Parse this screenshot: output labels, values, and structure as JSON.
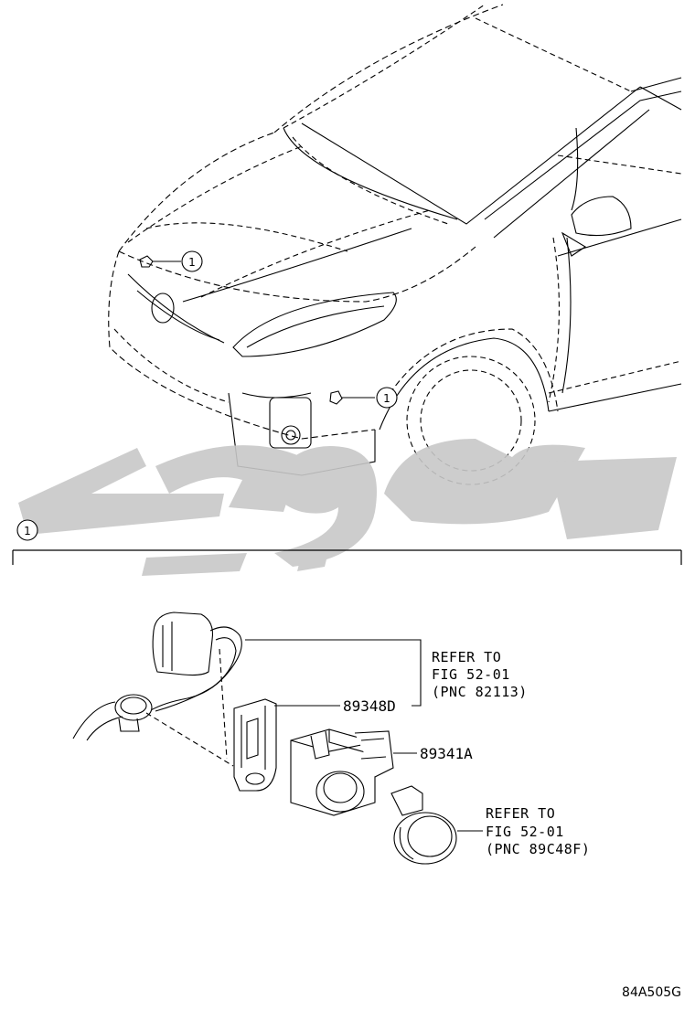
{
  "callouts": {
    "marker": "1"
  },
  "parts": [
    {
      "number": "89348D"
    },
    {
      "number": "89341A"
    }
  ],
  "references": [
    {
      "line1": "REFER TO",
      "line2": "FIG 52-01",
      "line3": "(PNC 82113)"
    },
    {
      "line1": "REFER TO",
      "line2": "FIG 52-01",
      "line3": "(PNC 89C48F)"
    }
  ],
  "figure_code": "84A505G",
  "colors": {
    "line": "#000000",
    "watermark": "#c8c8c8"
  }
}
